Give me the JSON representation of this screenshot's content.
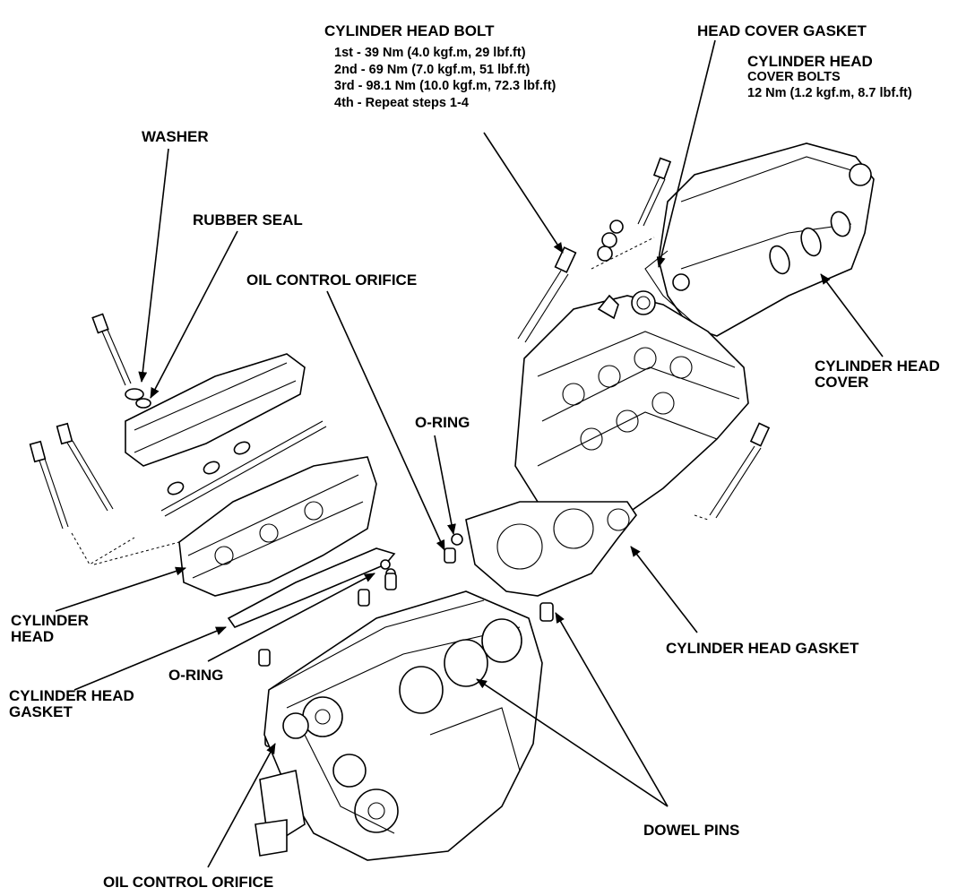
{
  "labels": {
    "cylinder_head_bolt": {
      "title": "CYLINDER HEAD BOLT",
      "steps": [
        "1st - 39 Nm (4.0 kgf.m, 29 lbf.ft)",
        "2nd - 69 Nm (7.0 kgf.m, 51 lbf.ft)",
        "3rd - 98.1 Nm (10.0 kgf.m, 72.3 lbf.ft)",
        "4th - Repeat steps 1-4"
      ]
    },
    "head_cover_gasket": "HEAD COVER GASKET",
    "cylinder_head_cover_bolts": {
      "line1": "CYLINDER HEAD",
      "line2": "COVER BOLTS",
      "torque": "12 Nm (1.2 kgf.m, 8.7 lbf.ft)"
    },
    "washer": "WASHER",
    "rubber_seal": "RUBBER SEAL",
    "oil_control_orifice_top": "OIL CONTROL ORIFICE",
    "o_ring_top": "O-RING",
    "cylinder_head_cover": {
      "line1": "CYLINDER HEAD",
      "line2": "COVER"
    },
    "cylinder_head_left": {
      "line1": "CYLINDER",
      "line2": "HEAD"
    },
    "cylinder_head_gasket_right": "CYLINDER HEAD GASKET",
    "o_ring_bottom": "O-RING",
    "cylinder_head_gasket_left": {
      "line1": "CYLINDER HEAD",
      "line2": "GASKET"
    },
    "dowel_pins": "DOWEL PINS",
    "oil_control_orifice_bottom": "OIL CONTROL ORIFICE"
  },
  "colors": {
    "ink": "#000000",
    "paper": "#ffffff"
  }
}
